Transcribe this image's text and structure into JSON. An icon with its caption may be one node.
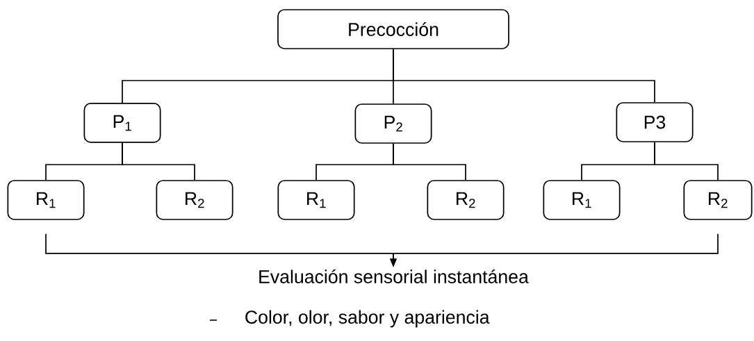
{
  "diagram": {
    "nodes": [
      {
        "text": [
          "Precocción"
        ]
      },
      {
        "text": [
          "P$_{1}$"
        ]
      },
      {
        "text": [
          "P$_{2}$"
        ]
      },
      {
        "text": [
          "P3"
        ]
      },
      {
        "text": [
          "R$_{1}$"
        ]
      },
      {
        "text": [
          "R$_{2}$"
        ]
      },
      {
        "text": [
          "R$_{1}$"
        ]
      },
      {
        "text": [
          "R$_{2}$"
        ]
      },
      {
        "text": [
          "R$_{1}$"
        ]
      },
      {
        "text": [
          "R$_{2}$"
        ]
      },
      {
        "text": [
          "Evaluación sensorial instantánea"
        ]
      }
    ],
    "edges": [
      {
        "from": 0,
        "to": 1,
        "arrow": "none"
      },
      {
        "from": 0,
        "to": 2,
        "arrow": "none"
      },
      {
        "from": 0,
        "to": 3,
        "arrow": "none"
      },
      {
        "from": 1,
        "to": 4,
        "arrow": "none"
      },
      {
        "from": 1,
        "to": 5,
        "arrow": "none"
      },
      {
        "from": 2,
        "to": 6,
        "arrow": "none"
      },
      {
        "from": 2,
        "to": 7,
        "arrow": "none"
      },
      {
        "from": 3,
        "to": 8,
        "arrow": "none"
      },
      {
        "from": 3,
        "to": 9,
        "arrow": "none"
      },
      {
        "from": 4,
        "to": 10,
        "arrow": "to"
      },
      {
        "from": 9,
        "to": 10,
        "arrow": "to"
      }
    ],
    "labels": [
      "Color, olor, sabor y apariencia"
    ]
  }
}
